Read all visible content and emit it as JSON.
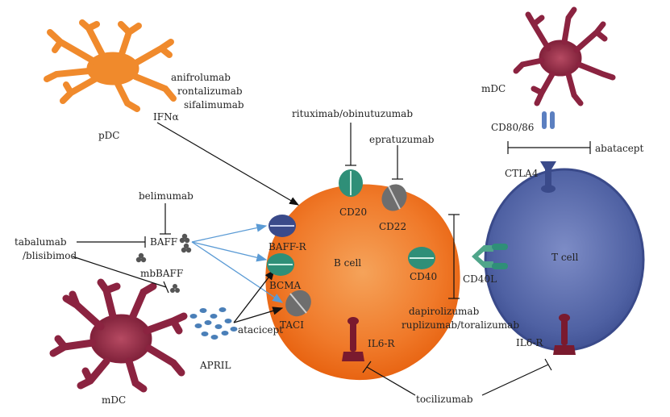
{
  "cells": {
    "pdc": "pDC",
    "mdc_top": "mDC",
    "mdc_bottom": "mDC",
    "b_cell": "B cell",
    "t_cell": "T cell"
  },
  "molecules": {
    "ifn": "IFNα",
    "baff": "BAFF",
    "mbbaff": "mbBAFF",
    "baff_r": "BAFF-R",
    "bcma": "BCMA",
    "taci": "TACI",
    "april": "APRIL",
    "cd20": "CD20",
    "cd22": "CD22",
    "cd40": "CD40",
    "cd40l": "CD40L",
    "cd80_86": "CD80/86",
    "ctla4": "CTLA4",
    "il6r_b": "IL6-R",
    "il6r_t": "IL6-R"
  },
  "drugs": {
    "anifrolumab": "anifrolumab",
    "rontalizumab": "rontalizumab",
    "sifalimumab": "sifalimumab",
    "belimumab": "belimumab",
    "tabalumab": "tabalumab",
    "blisibimod": "/blisibimod",
    "atacicept": "atacicept",
    "rituximab": "rituximab/obinutuzumab",
    "epratuzumab": "epratuzumab",
    "abatacept": "abatacept",
    "dapirolizumab": "dapirolizumab",
    "ruplizumab": "ruplizumab/toralizumab",
    "tocilizumab": "tocilizumab"
  },
  "colors": {
    "pdc": "#f08a2c",
    "mdc": "#8b2340",
    "b_cell": "#f07a2a",
    "t_cell": "#5264a6",
    "receptor_green": "#2f8f78",
    "receptor_gray": "#6e6e6e",
    "receptor_navy": "#3a4a8a",
    "il6r": "#7a1a2e",
    "arrow_blue": "#5b9bd5",
    "april_dots": "#4a7fb8"
  }
}
